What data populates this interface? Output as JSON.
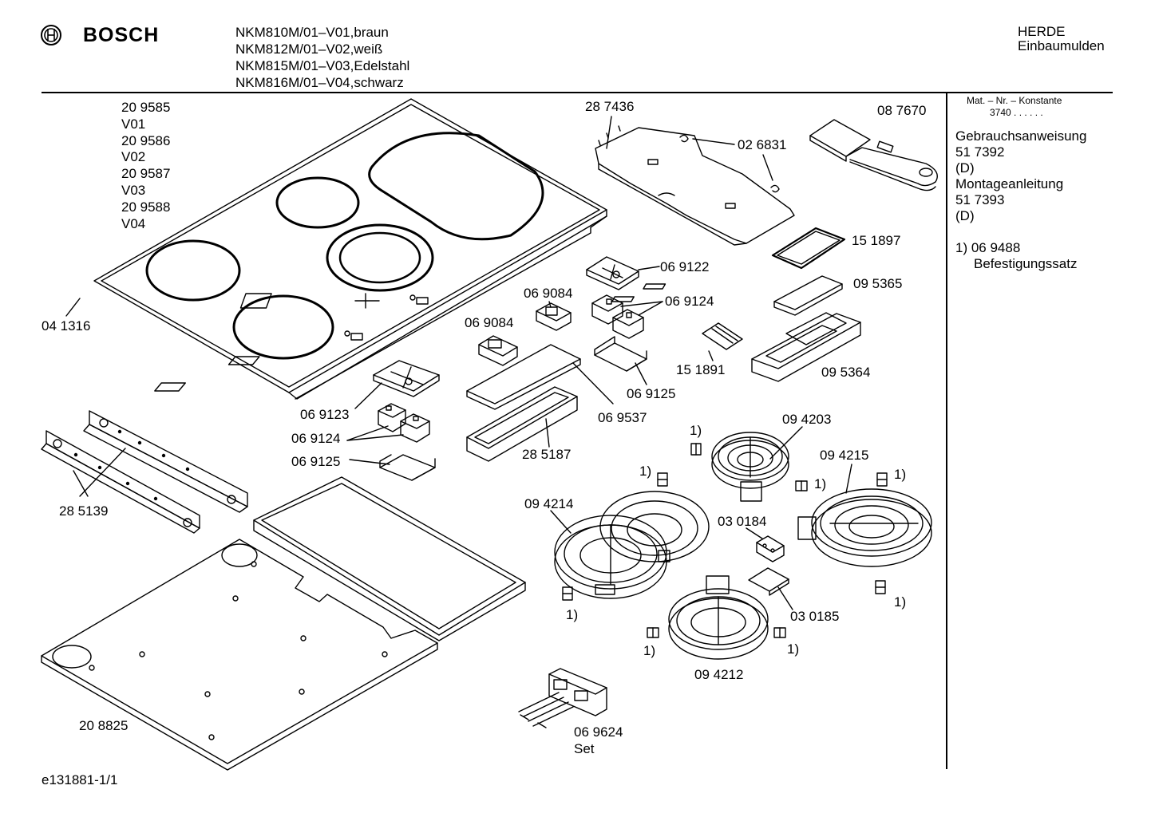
{
  "header": {
    "brand": "BOSCH",
    "models": [
      "NKM810M/01–V01,braun",
      "NKM812M/01–V02,weiß",
      "NKM815M/01–V03,Edelstahl",
      "NKM816M/01–V04,schwarz"
    ],
    "category_line1": "HERDE",
    "category_line2": "Einbaumulden"
  },
  "side_panel": {
    "mat_nr_title": "Mat. – Nr. – Konstante",
    "mat_nr_value": "3740 . . . . . .",
    "lines": [
      "Gebrauchsanweisung",
      "51 7392",
      "(D)",
      "Montageanleitung",
      "51 7393",
      "(D)"
    ],
    "footnote_number": "1) 06 9488",
    "footnote_text": "Befestigungssatz"
  },
  "variant_list": [
    "20 9585",
    "V01",
    "20 9586",
    "V02",
    "20 9587",
    "V03",
    "20 9588",
    "V04"
  ],
  "part_labels": {
    "p041316": "04 1316",
    "p287436": "28 7436",
    "p026831": "02 6831",
    "p087670": "08 7670",
    "p151897": "15 1897",
    "p095365": "09 5365",
    "p069122": "06 9122",
    "p069124a": "06 9124",
    "p069084a": "06 9084",
    "p069084b": "06 9084",
    "p151891": "15 1891",
    "p095364": "09 5364",
    "p069125a": "06 9125",
    "p069537": "06 9537",
    "p069123": "06 9123",
    "p069124b": "06 9124",
    "p069125b": "06 9125",
    "p285187": "28 5187",
    "p285139": "28 5139",
    "p094203": "09 4203",
    "p094215": "09 4215",
    "p094214": "09 4214",
    "p030184": "03 0184",
    "p030185": "03 0185",
    "p094212": "09 4212",
    "p208825": "20 8825",
    "p069624": "06 9624",
    "p069624_set": "Set"
  },
  "footnote_marks": {
    "m1": "1)",
    "m2": "1)",
    "m3": "1)",
    "m4": "1)",
    "m5": "1)",
    "m6": "1)",
    "m7": "1)",
    "m8": "1)"
  },
  "footer": {
    "doc_id": "e131881-1/1"
  }
}
